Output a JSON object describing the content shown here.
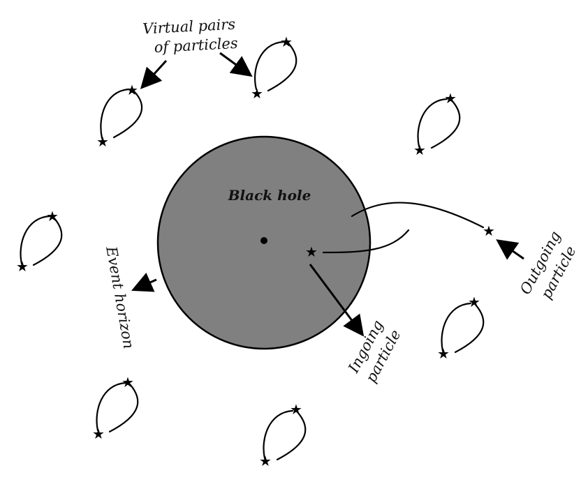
{
  "labels": {
    "black_hole": "Black hole",
    "virtual_pairs_line1": "Virtual pairs",
    "virtual_pairs_line2": "of particles",
    "event_horizon": "Event horizon",
    "ingoing_line1": "Ingoing",
    "ingoing_line2": "particle",
    "outgoing_line1": "Outgoing",
    "outgoing_line2": "particle"
  },
  "colors": {
    "black_hole_fill": "#808080",
    "stroke": "#000000",
    "background": "#ffffff"
  },
  "glyphs": {
    "particle": "★"
  }
}
